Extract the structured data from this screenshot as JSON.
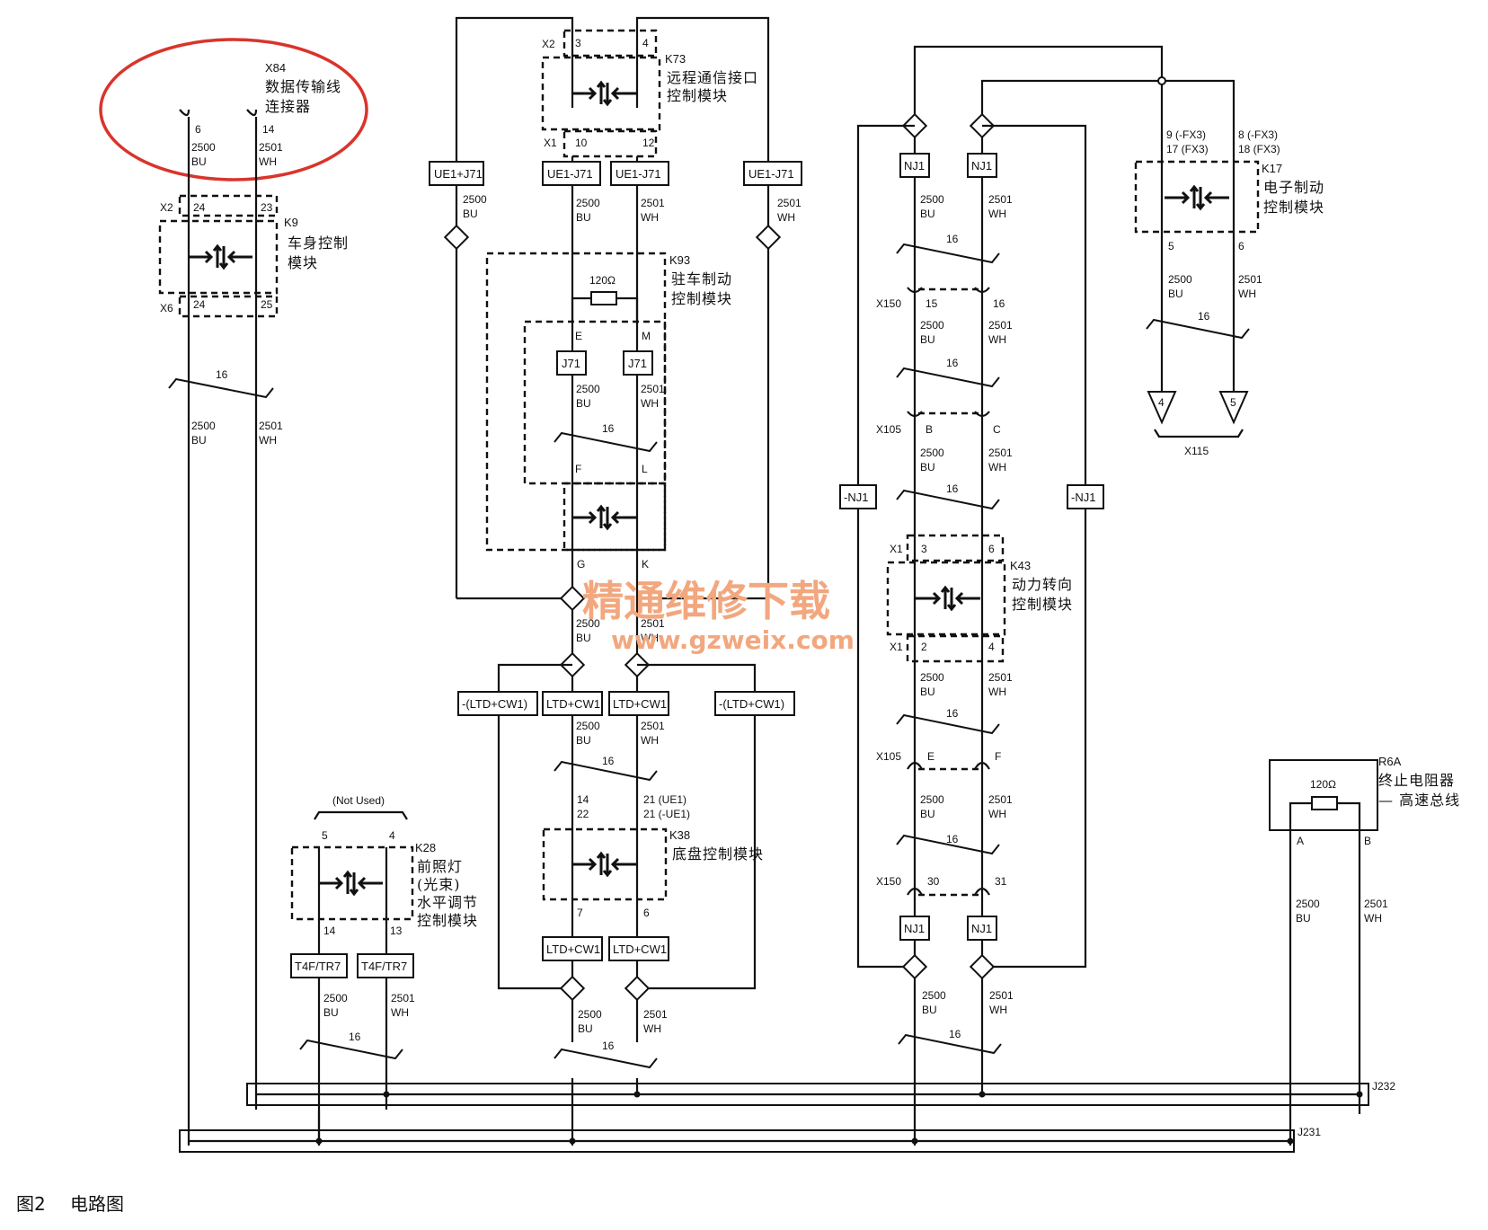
{
  "figure": {
    "caption_num": "图2",
    "caption": "电路图"
  },
  "watermark": {
    "cn": "精通维修下载",
    "url": "www.gzweix.com"
  },
  "wire_labels": {
    "bu_circuit": "2500",
    "bu_color": "BU",
    "wh_circuit": "2501",
    "wh_color": "WH",
    "twist": "16"
  },
  "x84": {
    "id": "X84",
    "name_line1": "数据传输线",
    "name_line2": "连接器",
    "pin_a": "6",
    "pin_b": "14"
  },
  "k9": {
    "id": "K9",
    "name_line1": "车身控制",
    "name_line2": "模块",
    "conn_top": "X2",
    "conn_bottom": "X6",
    "pin_top_a": "24",
    "pin_top_b": "23",
    "pin_bot_a": "24",
    "pin_bot_b": "25"
  },
  "k73": {
    "id": "K73",
    "name_line1": "远程通信接口",
    "name_line2": "控制模块",
    "conn_top": "X2",
    "conn_bottom": "X1",
    "pin_top_a": "3",
    "pin_top_b": "4",
    "pin_bot_a": "10",
    "pin_bot_b": "12"
  },
  "k93": {
    "id": "K93",
    "name_line1": "驻车制动",
    "name_line2": "控制模块",
    "resistor": "120Ω",
    "pin_e": "E",
    "pin_m": "M",
    "pin_f": "F",
    "pin_l": "L",
    "pin_g": "G",
    "pin_k": "K"
  },
  "k38": {
    "id": "K38",
    "name": "底盘控制模块",
    "pin_a1": "14",
    "pin_a2": "22",
    "pin_b1": "21 (UE1)",
    "pin_b2": "21 (-UE1)",
    "pin_c": "7",
    "pin_d": "6"
  },
  "k28": {
    "id": "K28",
    "name_line1": "前照灯",
    "name_line2": "(光束)",
    "name_line3": "水平调节",
    "name_line4": "控制模块",
    "not_used": "(Not Used)",
    "pin_a": "5",
    "pin_b": "4",
    "pin_c": "14",
    "pin_d": "13"
  },
  "k43": {
    "id": "K43",
    "name_line1": "动力转向",
    "name_line2": "控制模块",
    "conn_top": "X1",
    "conn_bottom": "X1",
    "pin_a": "3",
    "pin_b": "6",
    "pin_c": "2",
    "pin_d": "4"
  },
  "k17": {
    "id": "K17",
    "name_line1": "电子制动",
    "name_line2": "控制模块",
    "pin_a1": "9 (-FX3)",
    "pin_a2": "17 (FX3)",
    "pin_b1": "8 (-FX3)",
    "pin_b2": "18 (FX3)",
    "pin_c": "5",
    "pin_d": "6"
  },
  "r6a": {
    "id": "R6A",
    "name_line1": "终止电阻器",
    "name_line2": "— 高速总线",
    "resistor": "120Ω",
    "pin_a": "A",
    "pin_b": "B"
  },
  "x115": {
    "id": "X115",
    "pin_a": "4",
    "pin_b": "5"
  },
  "connectors": {
    "x150": "X150",
    "x105": "X105",
    "x150_top_a": "15",
    "x150_top_b": "16",
    "x105_top_a": "B",
    "x105_top_b": "C",
    "x105_bot_a": "E",
    "x105_bot_b": "F",
    "x150_bot_a": "30",
    "x150_bot_b": "31"
  },
  "options": {
    "ue1_j71": "UE1+J71",
    "ue1_j71_b": "UE1-J71",
    "j71": "J71",
    "ltd_cw1": "LTD+CW1",
    "not_ltd_cw1": "-(LTD+CW1)",
    "t4f_tr7": "T4F/TR7",
    "nj1": "NJ1",
    "not_nj1": "-NJ1"
  },
  "splices": {
    "j232": "J232",
    "j231": "J231"
  }
}
